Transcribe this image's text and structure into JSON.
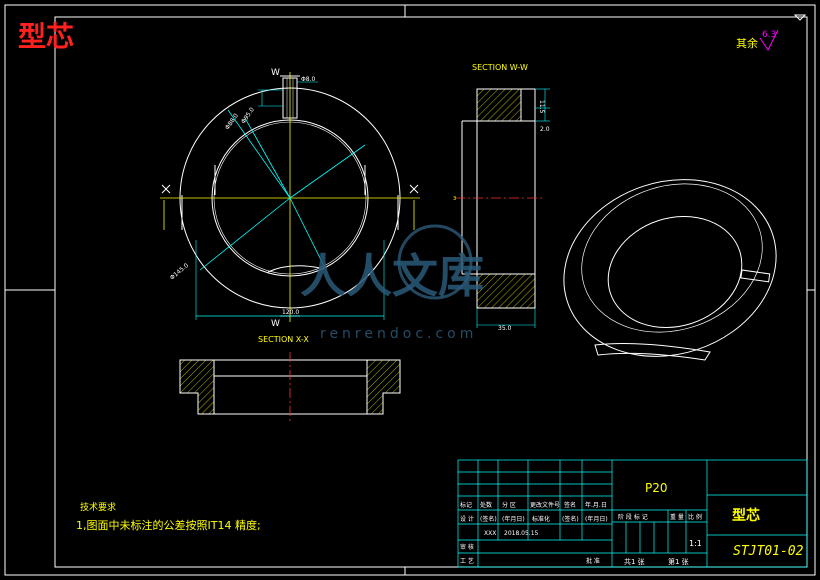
{
  "drawing": {
    "title_red": "型芯",
    "surface_note": {
      "prefix": "其余",
      "value": "6.3"
    },
    "section_ww_label": "SECTION W-W",
    "section_xx_label": "SECTION X-X",
    "labels": {
      "w_top": "W",
      "w_bottom": "W",
      "x_left": "X",
      "x_right": "X"
    },
    "dimensions": {
      "top_hole": "Φ8.0",
      "d1": "Φ88.0",
      "d2": "Φ95.0",
      "d3": "Φ145.0",
      "width_120": "120.0",
      "h1": "11.5",
      "h2": "2.0",
      "w35": "35.0",
      "side_small": "3"
    },
    "watermark": {
      "brand": "人人文库",
      "url": "renrendoc.com"
    },
    "tech_requirements": {
      "heading": "技术要求",
      "item1": "1,图面中未标注的公差按照IT14 精度;"
    },
    "title_block": {
      "part_material": "P20",
      "part_name": "型芯",
      "drawing_no": "STJT01-02",
      "scale": "1:1",
      "sheets_total": "共1 张",
      "sheet_no": "第1 张",
      "headers_row1": [
        "标记",
        "处数",
        "分 区",
        "更改文件号",
        "签名",
        "年.月.日"
      ],
      "headers_row2": [
        "设 计",
        "(签名)",
        "(年月日)",
        "标准化",
        "(签名)",
        "(年月日)"
      ],
      "designer": "XXX",
      "date": "2018.05.15",
      "stage_headers": [
        "阶 段 标 记",
        "重 量",
        "比 例"
      ],
      "review": "审 核",
      "process": "工 艺",
      "approve": "批 准"
    }
  }
}
